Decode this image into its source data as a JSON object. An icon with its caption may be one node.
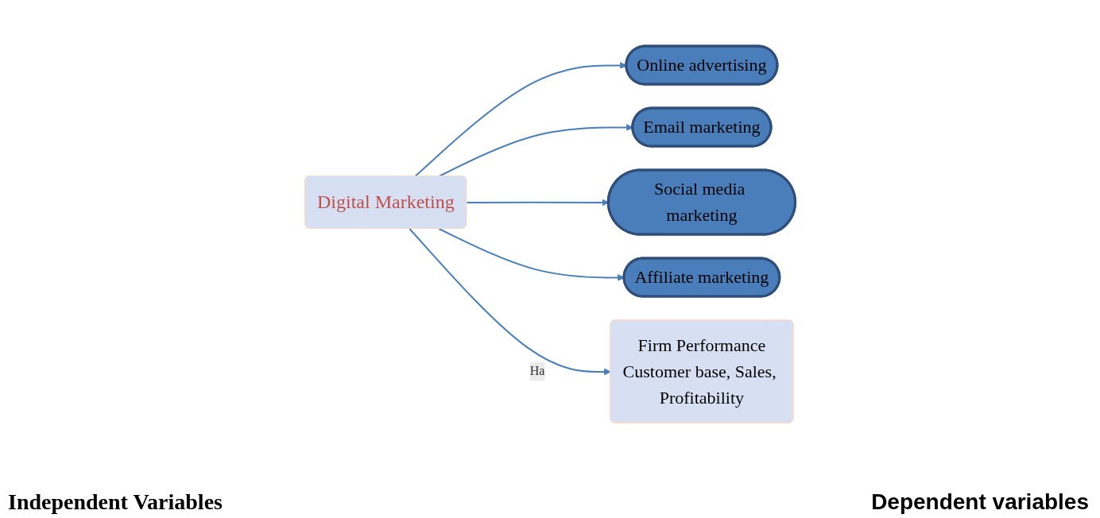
{
  "diagram": {
    "nodes": [
      {
        "text": [
          "Online advertising"
        ]
      },
      {
        "text": [
          "Email marketing"
        ]
      },
      {
        "text": [
          "Social media marketing"
        ]
      },
      {
        "text": [
          "Affiliate marketing"
        ]
      },
      {
        "text": [
          "Digital Marketing"
        ]
      },
      {
        "text": [
          "Firm Performance",
          "Customer base, Sales, Profitability"
        ]
      }
    ],
    "edges": [
      {
        "from": 4,
        "to": 0,
        "arrow": "to"
      },
      {
        "from": 4,
        "to": 1,
        "arrow": "to"
      },
      {
        "from": 4,
        "to": 2,
        "arrow": "to"
      },
      {
        "from": 4,
        "to": 3,
        "arrow": "to"
      },
      {
        "from": 4,
        "to": 5,
        "arrow": "to",
        "label": "Ha"
      }
    ],
    "labels": [
      "Independent Variables",
      "Dependent variables"
    ]
  }
}
